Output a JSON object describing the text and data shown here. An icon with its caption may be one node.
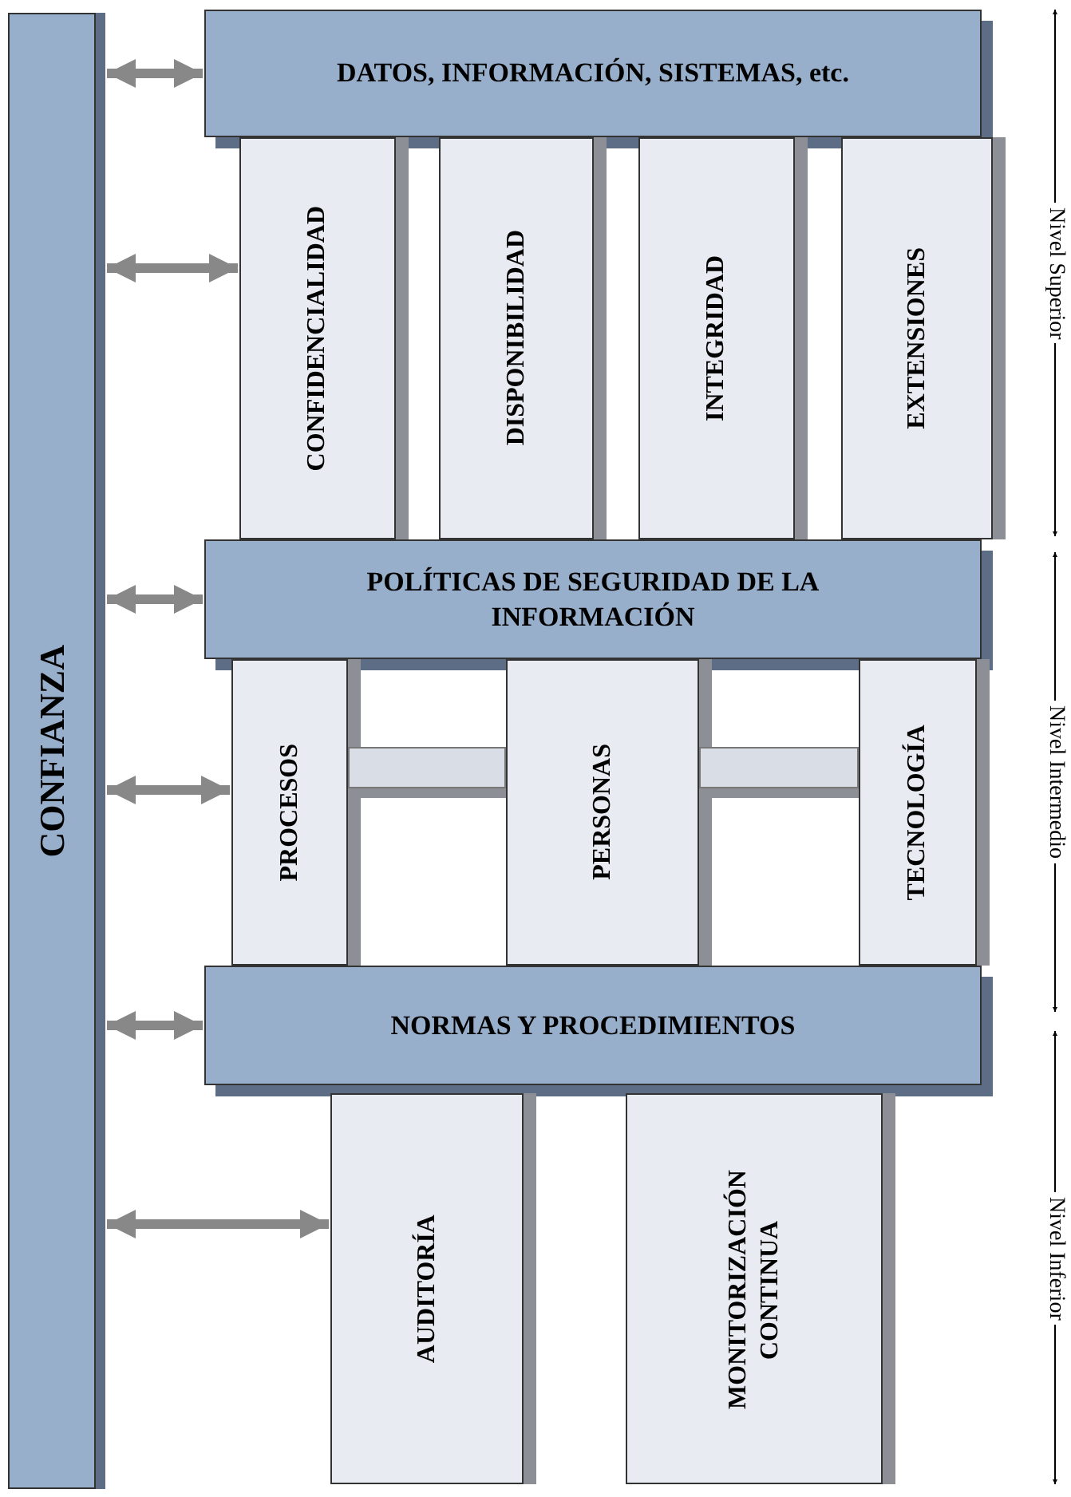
{
  "diagram": {
    "nodes": [
      {
        "text": [
          "CONFIANZA"
        ]
      },
      {
        "text": [
          "DATOS, INFORMACIÓN, SISTEMAS, etc."
        ]
      },
      {
        "text": [
          "CONFIDENCIALIDAD"
        ]
      },
      {
        "text": [
          "DISPONIBILIDAD"
        ]
      },
      {
        "text": [
          "INTEGRIDAD"
        ]
      },
      {
        "text": [
          "EXTENSIONES"
        ]
      },
      {
        "text": [
          "POLÍTICAS DE SEGURIDAD DE LA INFORMACIÓN"
        ]
      },
      {
        "text": [
          "PROCESOS"
        ]
      },
      {
        "text": [
          "PERSONAS"
        ]
      },
      {
        "text": [
          "TECNOLOGÍA"
        ]
      },
      {
        "text": [
          "NORMAS Y PROCEDIMIENTOS"
        ]
      },
      {
        "text": [
          "AUDITORÍA"
        ]
      },
      {
        "text": [
          "MONITORIZACIÓN CONTINUA"
        ]
      },
      {
        "text": [],
        "shape": "bar"
      },
      {
        "text": [],
        "shape": "bar"
      }
    ],
    "edges": [
      {
        "from": 0,
        "to": 1,
        "arrow": "both"
      },
      {
        "from": 0,
        "to": 2,
        "arrow": "both"
      },
      {
        "from": 0,
        "to": 6,
        "arrow": "both"
      },
      {
        "from": 0,
        "to": 7,
        "arrow": "both"
      },
      {
        "from": 0,
        "to": 10,
        "arrow": "both"
      },
      {
        "from": 0,
        "to": 11,
        "arrow": "both"
      }
    ],
    "labels": [
      "Nivel Superior",
      "Nivel Intermedio",
      "Nivel Inferior"
    ]
  }
}
